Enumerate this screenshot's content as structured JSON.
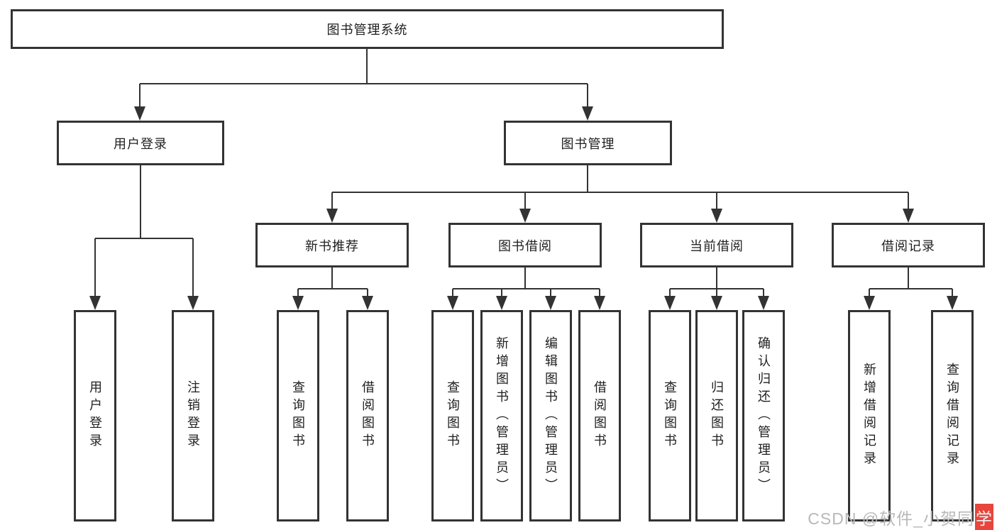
{
  "diagram": {
    "title": "图书管理系统",
    "branches": [
      {
        "label": "用户登录",
        "leaves": [
          {
            "label": "用户登录"
          },
          {
            "label": "注销登录"
          }
        ]
      },
      {
        "label": "图书管理",
        "groups": [
          {
            "label": "新书推荐",
            "leaves": [
              {
                "label": "查询图书"
              },
              {
                "label": "借阅图书"
              }
            ]
          },
          {
            "label": "图书借阅",
            "leaves": [
              {
                "label": "查询图书"
              },
              {
                "label": "新增图书（管理员）"
              },
              {
                "label": "编辑图书（管理员）"
              },
              {
                "label": "借阅图书"
              }
            ]
          },
          {
            "label": "当前借阅",
            "leaves": [
              {
                "label": "查询图书"
              },
              {
                "label": "归还图书"
              },
              {
                "label": "确认归还（管理员）"
              }
            ]
          },
          {
            "label": "借阅记录",
            "leaves": [
              {
                "label": "新增借阅记录"
              },
              {
                "label": "查询借阅记录"
              }
            ]
          }
        ]
      }
    ]
  },
  "watermark": {
    "text": "CSDN @软件_小贺同",
    "accent_char": "学"
  },
  "colors": {
    "line": "#333333",
    "box_border": "#333333",
    "text": "#1f1f1f",
    "background": "#ffffff",
    "watermark_text": "#b8b8b8",
    "watermark_accent": "#e8453c"
  }
}
